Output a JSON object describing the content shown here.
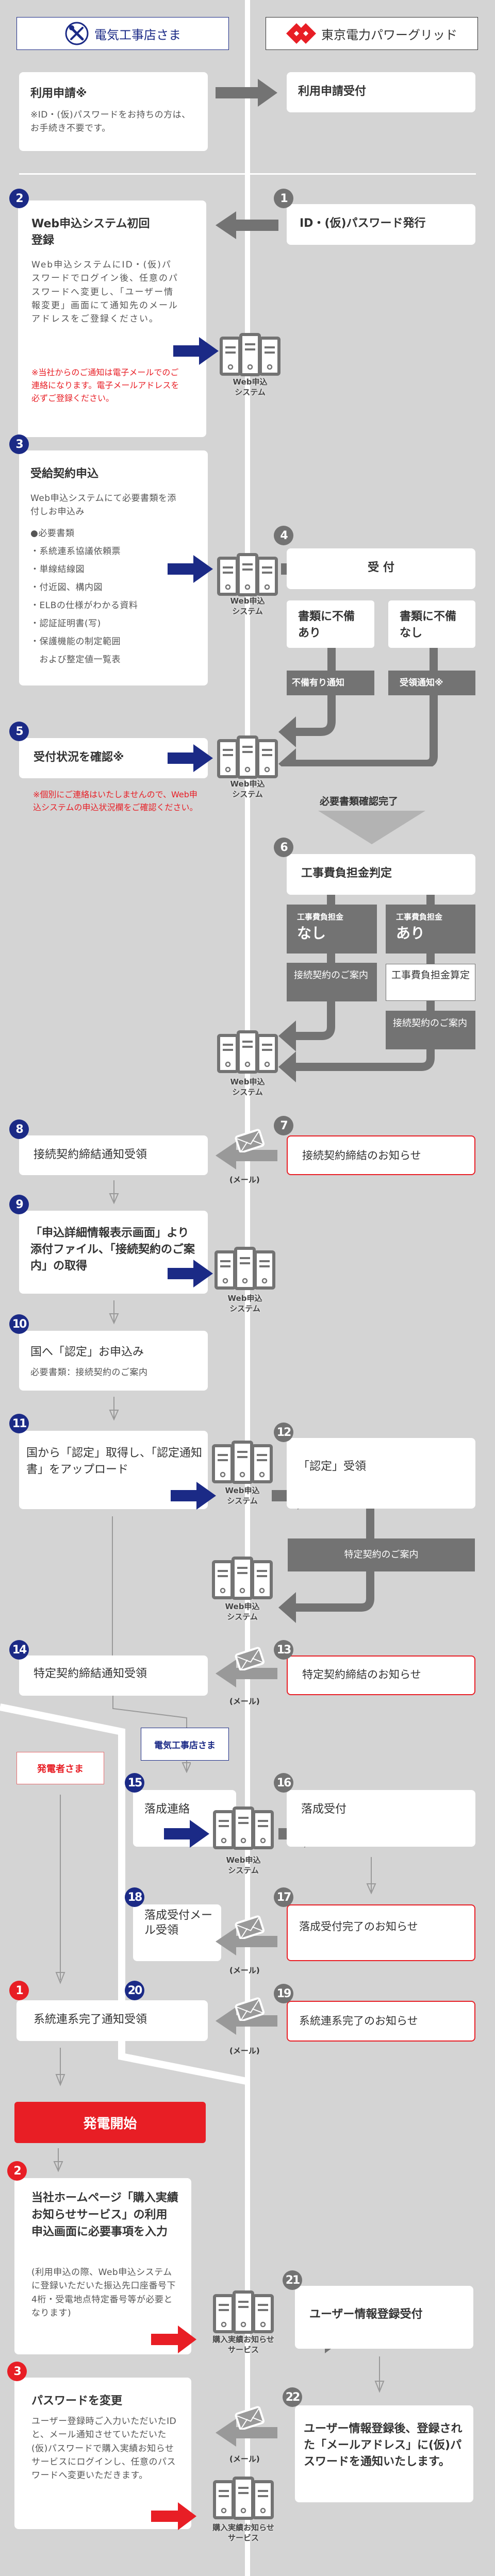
{
  "headers": {
    "left": "電気工事店さま",
    "right": "東京電力パワーグリッド",
    "left_icon": "tools-icon",
    "right_icon": "tepco-logo-icon"
  },
  "colors": {
    "contractor_blue": "#1b2a86",
    "tepco_gray": "#737373",
    "generator_red": "#e81e25",
    "background": "#d4d4d4"
  },
  "labels": {
    "web_system": [
      "Web申込",
      "システム"
    ],
    "purchase_service": [
      "購入実績お知らせ",
      "サービス"
    ],
    "mail": "(メール)"
  },
  "pre": {
    "left_title": "利用申請※",
    "left_note": "※ID・(仮)パスワードをお持ちの方は、お手続き不要です。",
    "right_title": "利用申請受付"
  },
  "steps": {
    "s1": {
      "num": "1",
      "title": "ID・(仮)パスワード発行"
    },
    "s2": {
      "num": "2",
      "title": "Web申込システム初回登録",
      "body": "Web申込システムにID・(仮)パスワードでログイン後、任意のパスワードへ変更し、「ユーザー情報変更」画面にて通知先のメールアドレスをご登録ください。",
      "note": "※当社からのご通知は電子メールでのご連絡になります。電子メールアドレスを必ずご登録ください。"
    },
    "s3": {
      "num": "3",
      "title": "受給契約申込",
      "body": "Web申込システムにて必要書類を添付しお申込み",
      "docs_heading": "●必要書類",
      "docs": [
        "・系統連系協議依頼票",
        "・単線結線図",
        "・付近図、構内図",
        "・ELBの仕様がわかる資料",
        "・認証証明書(写)",
        "・保護機能の制定範囲",
        "　および整定値一覧表"
      ]
    },
    "s4": {
      "num": "4",
      "title": "受 付",
      "branch_ng": "書類に不備あり",
      "branch_ok": "書類に不備なし",
      "notice_ng": "不備有り通知",
      "notice_ok": "受領通知※"
    },
    "s5": {
      "num": "5",
      "title": "受付状況を確認※",
      "note": "※個別にご連絡はいたしませんので、Web申込システムの申込状況欄をご確認ください。"
    },
    "docs_complete": "必要書類確認完了",
    "s6": {
      "num": "6",
      "title": "工事費負担金判定",
      "none_label": "工事費負担金",
      "none_value": "なし",
      "yes_label": "工事費負担金",
      "yes_value": "あり",
      "guide": "接続契約のご案内",
      "calc": "工事費負担金算定"
    },
    "s7": {
      "num": "7",
      "title": "接続契約締結のお知らせ"
    },
    "s8": {
      "num": "8",
      "title": "接続契約締結通知受領"
    },
    "s9": {
      "num": "9",
      "title": "「申込詳細情報表示画面」より添付ファイル、「接続契約のご案内」の取得"
    },
    "s10": {
      "num": "10",
      "title": "国へ「認定」お申込み",
      "body": "必要書類：接続契約のご案内"
    },
    "s11": {
      "num": "11",
      "title": "国から「認定」取得し、「認定通知書」をアップロード"
    },
    "s12": {
      "num": "12",
      "title": "「認定」受領",
      "guide": "特定契約のご案内"
    },
    "s13": {
      "num": "13",
      "title": "特定契約締結のお知らせ"
    },
    "s14": {
      "num": "14",
      "title": "特定契約締結通知受領"
    },
    "contractor_small": "電気工事店さま",
    "generator_label": "発電者さま",
    "s15": {
      "num": "15",
      "title": "落成連絡"
    },
    "s16": {
      "num": "16",
      "title": "落成受付"
    },
    "s17": {
      "num": "17",
      "title": "落成受付完了のお知らせ"
    },
    "s18": {
      "num": "18",
      "title": "落成受付メール受領"
    },
    "s19": {
      "num": "19",
      "title": "系統連系完了のお知らせ"
    },
    "s20": {
      "num": "20",
      "title": "系統連系完了通知受領"
    },
    "g1": {
      "num": "1"
    },
    "start": "発電開始",
    "g2": {
      "num": "2",
      "title": "当社ホームページ「購入実績お知らせサービス」の利用申込画面に必要事項を入力",
      "body": "(利用申込の際、Web申込システムに登録いただいた振込先口座番号下4桁・受電地点特定番号等が必要となります)"
    },
    "s21": {
      "num": "21",
      "title": "ユーザー情報登録受付"
    },
    "g3": {
      "num": "3",
      "title": "パスワードを変更",
      "body": "ユーザー登録時ご入力いただいたIDと、メール通知させていただいた(仮)パスワードで購入実績お知らせサービスにログインし、任意のパスワードへ変更いただきます。"
    },
    "s22": {
      "num": "22",
      "title": "ユーザー情報登録後、登録された「メールアドレス」に(仮)パスワードを通知いたします。"
    }
  }
}
